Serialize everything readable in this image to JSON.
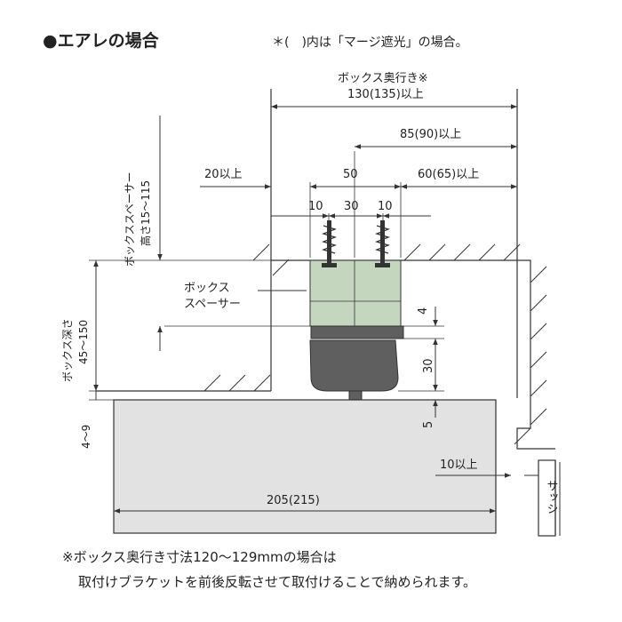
{
  "title": "●エアレの場合",
  "note": "＊(　)内は「マージ遮光」の場合。",
  "dims": {
    "box_depth_label": "ボックス奥行き※",
    "box_depth_value": "130(135)以上",
    "d85": "85(90)以上",
    "d20": "20以上",
    "d50": "50",
    "d60": "60(65)以上",
    "d10a": "10",
    "d30": "30",
    "d10b": "10",
    "d4": "4",
    "d30v": "30",
    "d5": "5",
    "d10clear": "10以上",
    "d205": "205(215)"
  },
  "labels": {
    "spacer": [
      "ボックス",
      "スペーサー"
    ],
    "spacer_height": [
      "ボックススペーサー",
      "高さ15～115"
    ],
    "box_deep": [
      "ボックス深さ",
      "45～150"
    ],
    "range49": "4～9",
    "sash": "サッシ"
  },
  "footnote": [
    "※ボックス奥行き寸法120～129mmの場合は",
    "取付けブラケットを前後反転させて取付けることで納められます。"
  ],
  "colors": {
    "spacer": "#c5d6bf",
    "headrail": "#5f5f5f",
    "blind": "#e2e2e2",
    "line": "#333333"
  }
}
